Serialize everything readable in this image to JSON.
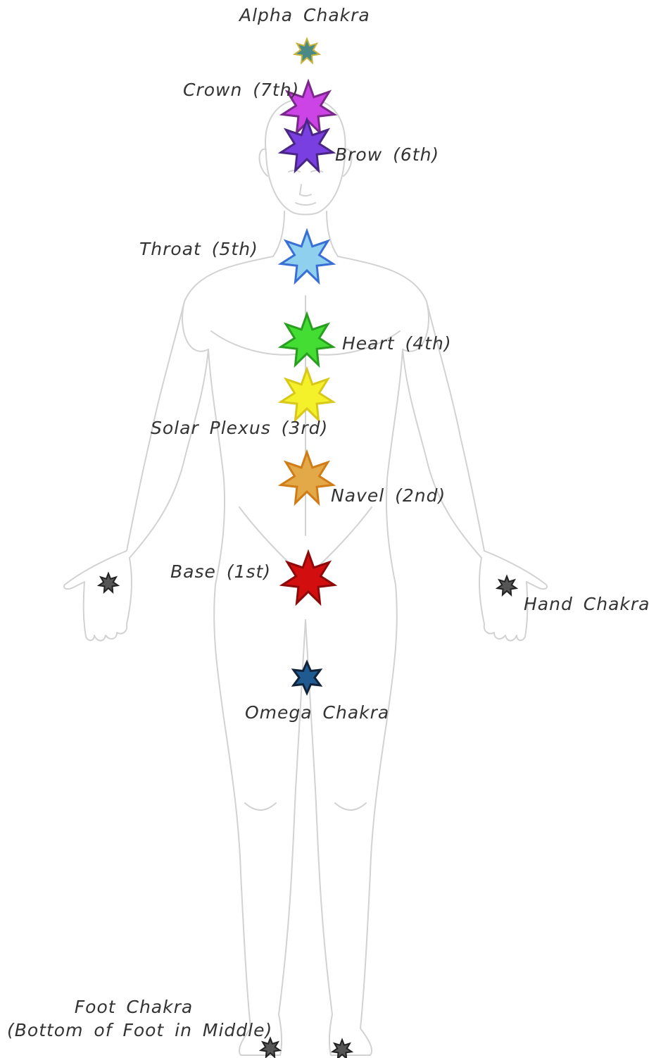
{
  "labels": {
    "alpha": "Alpha Chakra",
    "crown": "Crown (7th)",
    "brow": "Brow (6th)",
    "throat": "Throat (5th)",
    "heart": "Heart (4th)",
    "solar": "Solar Plexus (3rd)",
    "navel": "Navel (2nd)",
    "base": "Base (1st)",
    "hand": "Hand Chakra",
    "omega": "Omega Chakra",
    "foot_line1": "Foot Chakra",
    "foot_line2": "(Bottom of Foot in Middle)"
  },
  "colors": {
    "alpha": "#4a8a86",
    "crown": "#cc44e6",
    "brow": "#7a3fe0",
    "throat": "#8fd0ee",
    "heart": "#44dd33",
    "solar": "#f4f02a",
    "navel": "#e3a848",
    "base": "#d20e0e",
    "omega": "#1f5a90",
    "minor": "#555555",
    "body_outline": "#d2d2d2"
  }
}
